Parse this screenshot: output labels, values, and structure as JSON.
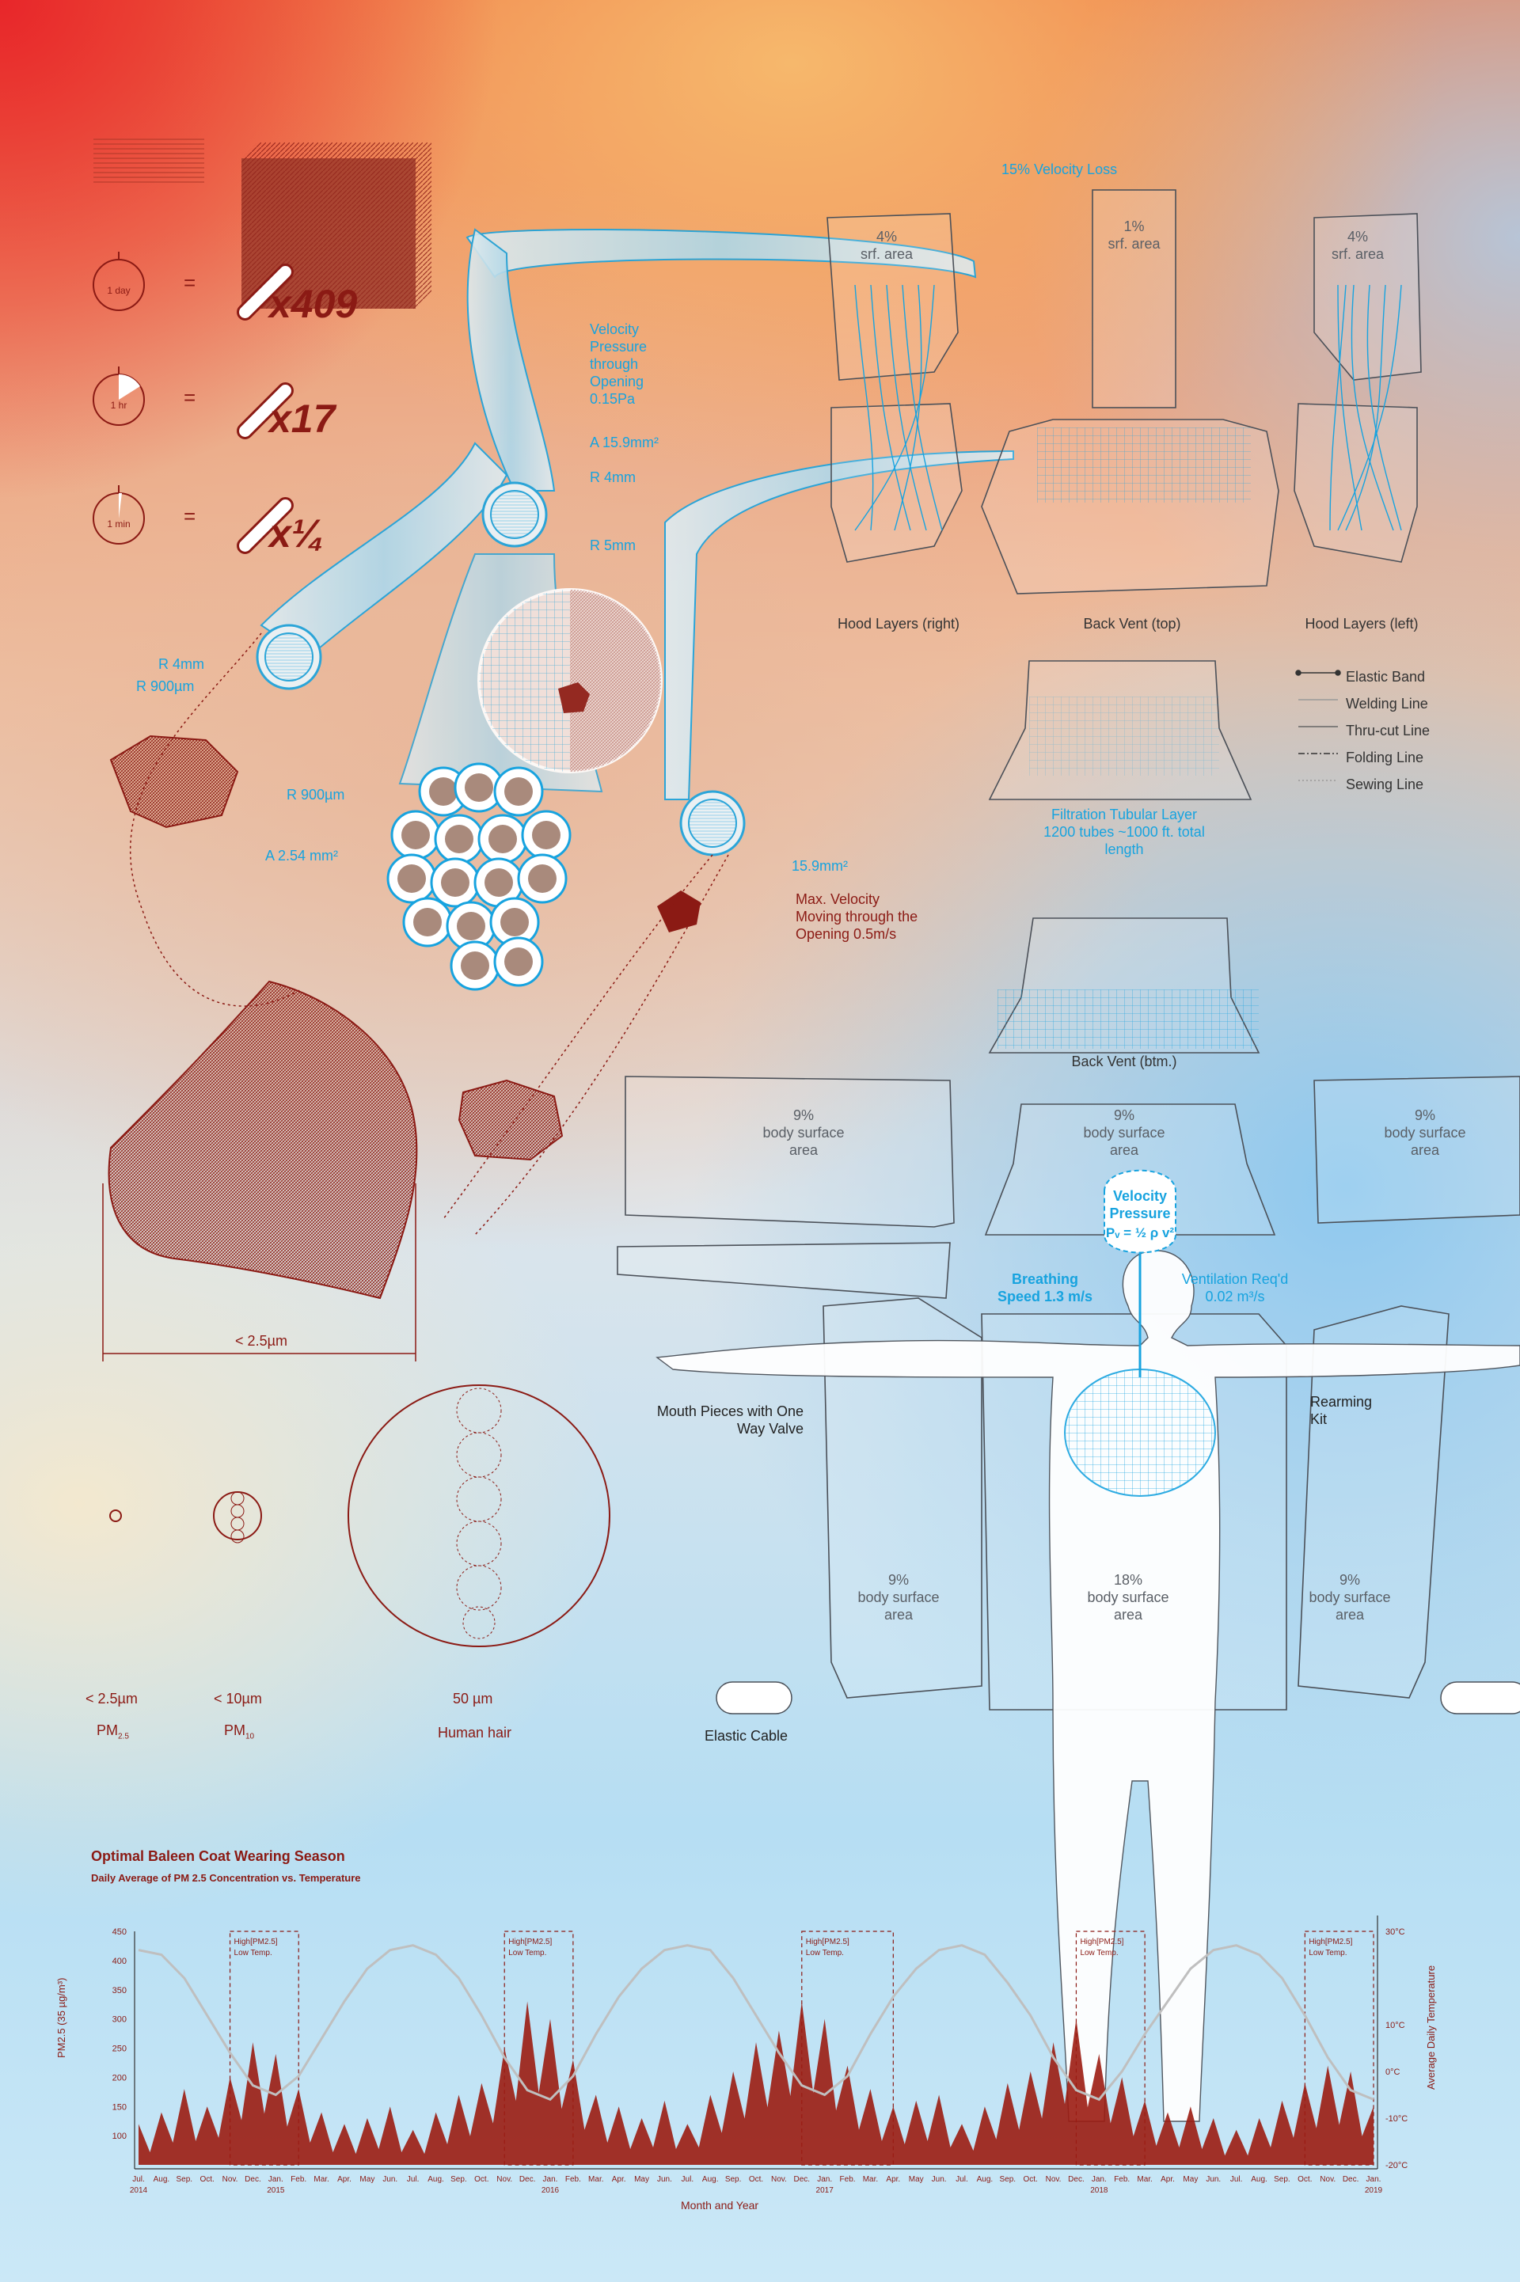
{
  "colors": {
    "red": "#8b1a14",
    "blue": "#17a3df",
    "gray": "#5a5f66",
    "bg_top_left": "#e8262a",
    "bg_bottom_right": "#8ec8ee"
  },
  "legend_equivalence": {
    "rows": [
      {
        "clock_label": "1 day",
        "equals": "=",
        "multiplier": "x409",
        "icon": "stopwatch-icon"
      },
      {
        "clock_label": "1 hr",
        "equals": "=",
        "multiplier": "x17",
        "icon": "stopwatch-icon"
      },
      {
        "clock_label": "1 min",
        "equals": "=",
        "multiplier": "x¼",
        "icon": "stopwatch-icon"
      }
    ]
  },
  "tube_labels": {
    "velocity_pressure": "Velocity Pressure through Opening 0.15Pa",
    "area_large": "A 15.9mm²",
    "radius_inner": "R 4mm",
    "radius_outer": "R 5mm",
    "left_tube_r": "R 4mm",
    "left_tube_r_um": "R 900µm",
    "bundle_r": "R 900µm",
    "bundle_area": "A 2.54 mm²",
    "right_tube_area": "15.9mm²",
    "max_velocity": "Max. Velocity Moving through the Opening 0.5m/s",
    "velocity_loss": "15% Velocity Loss"
  },
  "particle_scale": {
    "width_label": "< 2.5µm",
    "items": [
      {
        "size": "< 2.5µm",
        "name": "PM",
        "sub": "2.5"
      },
      {
        "size": "< 10µm",
        "name": "PM",
        "sub": "10"
      },
      {
        "size": "50 µm",
        "name": "Human hair",
        "sub": ""
      }
    ]
  },
  "pattern_pieces": {
    "hood_right": {
      "pct": "4%",
      "txt": "srf. area",
      "caption": "Hood Layers (right)"
    },
    "back_vent_top": {
      "pct": "1%",
      "txt": "srf. area",
      "caption": "Back Vent (top)"
    },
    "hood_left": {
      "pct": "4%",
      "txt": "srf. area",
      "caption": "Hood Layers (left)"
    },
    "filtration": "Filtration Tubular Layer 1200 tubes ~1000 ft. total length",
    "back_vent_btm": "Back Vent (btm.)",
    "sleeve_left": {
      "pct": "9%",
      "txt": "body surface area"
    },
    "collar": {
      "pct": "9%",
      "txt": "body surface area"
    },
    "sleeve_right": {
      "pct": "9%",
      "txt": "body surface area"
    },
    "front_left": {
      "pct": "9%",
      "txt": "body surface area"
    },
    "torso": {
      "pct": "18%",
      "txt": "body surface area"
    },
    "front_right": {
      "pct": "9%",
      "txt": "body surface area"
    }
  },
  "line_legend": [
    "Elastic Band",
    "Welding Line",
    "Thru-cut Line",
    "Folding Line",
    "Sewing Line"
  ],
  "body_labels": {
    "velocity_pressure_title": "Velocity Pressure",
    "formula": "Pᵥ = ½ ρ v²",
    "breathing_speed": "Breathing Speed 1.3 m/s",
    "ventilation": "Ventilation Req'd 0.02 m³/s",
    "mouth_pieces": "Mouth Pieces with One Way Valve",
    "rearming_kit": "Rearming Kit",
    "elastic_cable": "Elastic Cable"
  },
  "chart_data": {
    "type": "line",
    "title": "Optimal Baleen Coat Wearing Season",
    "subtitle": "Daily Average of PM 2.5 Concentration vs. Temperature",
    "xlabel": "Month and Year",
    "ylabel_left": "PM2.5 (35 µg/m³)",
    "ylabel_right": "Average Daily Temperature",
    "ylim_left": [
      50,
      450
    ],
    "yticks_left": [
      "450",
      "400",
      "350",
      "300",
      "250",
      "200",
      "150",
      "100"
    ],
    "yticks_right": [
      "30°C",
      "10°C",
      "0°C",
      "-10°C",
      "-20°C"
    ],
    "ylim_right": [
      -20,
      30
    ],
    "x_ticks": [
      "Jul.",
      "Aug.",
      "Sep.",
      "Oct.",
      "Nov.",
      "Dec.",
      "Jan.",
      "Feb.",
      "Mar.",
      "Apr.",
      "May",
      "Jun.",
      "Jul.",
      "Aug.",
      "Sep.",
      "Oct.",
      "Nov.",
      "Dec.",
      "Jan.",
      "Feb.",
      "Mar.",
      "Apr.",
      "May",
      "Jun.",
      "Jul.",
      "Aug.",
      "Sep.",
      "Oct.",
      "Nov.",
      "Dec.",
      "Jan.",
      "Feb.",
      "Mar.",
      "Apr.",
      "May",
      "Jun.",
      "Jul.",
      "Aug.",
      "Sep.",
      "Oct.",
      "Nov.",
      "Dec.",
      "Jan.",
      "Feb.",
      "Mar.",
      "Apr.",
      "May",
      "Jun.",
      "Jul.",
      "Aug.",
      "Sep.",
      "Oct.",
      "Nov.",
      "Dec.",
      "Jan."
    ],
    "years": [
      "2014",
      "2015",
      "2016",
      "2017",
      "2018",
      "2019"
    ],
    "highlight_label_1": "High[PM2.5]",
    "highlight_label_2": "Low Temp.",
    "highlight_windows": [
      [
        4,
        7
      ],
      [
        16,
        19
      ],
      [
        29,
        33
      ],
      [
        41,
        44
      ],
      [
        51,
        54
      ]
    ],
    "series": [
      {
        "name": "PM2.5",
        "values": [
          120,
          140,
          180,
          150,
          200,
          260,
          240,
          180,
          140,
          120,
          130,
          150,
          110,
          140,
          170,
          190,
          250,
          330,
          300,
          230,
          170,
          150,
          130,
          160,
          120,
          170,
          210,
          260,
          280,
          330,
          300,
          220,
          180,
          150,
          160,
          170,
          120,
          150,
          190,
          210,
          260,
          300,
          240,
          200,
          160,
          140,
          150,
          130,
          110,
          130,
          160,
          190,
          220,
          210,
          150
        ]
      },
      {
        "name": "Temperature",
        "values": [
          26,
          25,
          20,
          12,
          4,
          -3,
          -5,
          -1,
          7,
          15,
          22,
          26,
          27,
          25,
          20,
          12,
          3,
          -4,
          -6,
          -1,
          8,
          16,
          22,
          26,
          27,
          26,
          20,
          12,
          4,
          -3,
          -5,
          -1,
          8,
          16,
          22,
          26,
          27,
          25,
          19,
          12,
          3,
          -4,
          -6,
          0,
          8,
          15,
          22,
          26,
          27,
          25,
          20,
          12,
          3,
          -4,
          -6
        ]
      }
    ]
  }
}
